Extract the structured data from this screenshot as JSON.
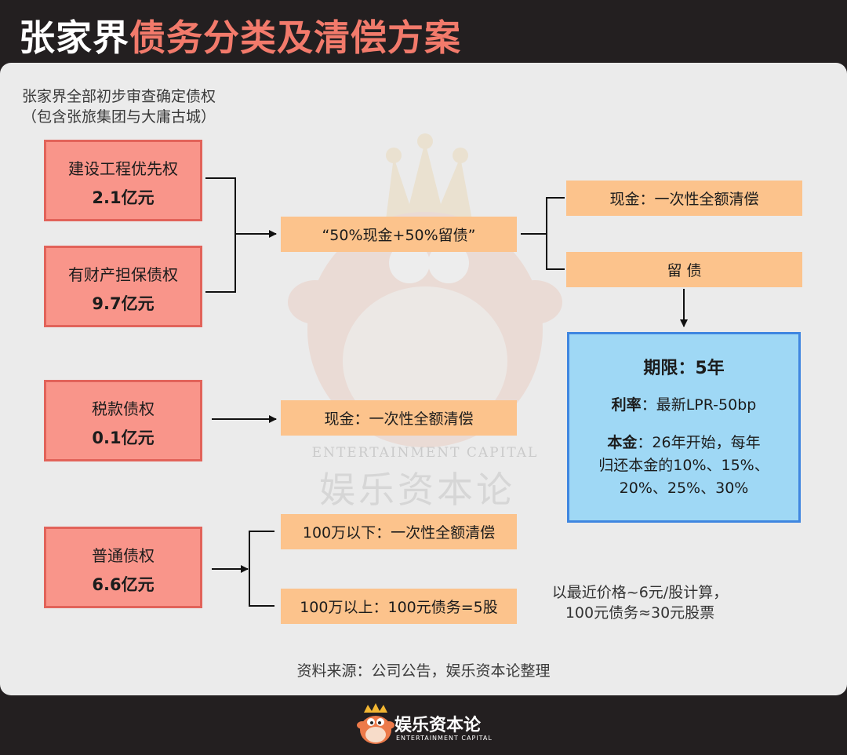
{
  "header": {
    "title_prefix": "张家界",
    "title_highlight": "债务分类及清偿方案"
  },
  "intro": {
    "line1": "张家界全部初步审查确定债权",
    "line2": "（包含张旅集团与大庸古城）"
  },
  "claims": [
    {
      "name": "建设工程优先权",
      "amount": "2.1亿元"
    },
    {
      "name": "有财产担保债权",
      "amount": "9.7亿元"
    },
    {
      "name": "税款债权",
      "amount": "0.1亿元"
    },
    {
      "name": "普通债权",
      "amount": "6.6亿元"
    }
  ],
  "plans": {
    "mixed": "“50%现金+50%留债”",
    "cash_once": "现金：一次性全额清偿",
    "retained": "留 债",
    "tax_cash": "现金：一次性全额清偿",
    "below_1m": "100万以下：一次性全额清偿",
    "above_1m": "100万以上：100元债务=5股"
  },
  "retained_terms": {
    "term_label": "期限：",
    "term_value": "5年",
    "rate_label": "利率",
    "rate_value": "：最新LPR-50bp",
    "principal_label": "本金",
    "principal_line1": "：26年开始，每年",
    "principal_line2": "归还本金的10%、15%、",
    "principal_line3": "20%、25%、30%"
  },
  "note": {
    "line1": "以最近价格~6元/股计算，",
    "line2": "100元债务≈30元股票"
  },
  "source": "资料来源：公司公告，娱乐资本论整理",
  "watermark": {
    "en": "ENTERTAINMENT CAPITAL",
    "cn": "娱乐资本论"
  },
  "footer": {
    "brand": "娱乐资本论",
    "brand_en": "ENTERTAINMENT CAPITAL"
  },
  "colors": {
    "background": "#231f20",
    "panel": "#ebebeb",
    "title_highlight": "#f27a6b",
    "claim_fill": "#f9958a",
    "claim_border": "#e2635a",
    "plan_fill": "#fcc38c",
    "terms_fill": "#9fd8f5",
    "terms_border": "#3f86e0"
  }
}
